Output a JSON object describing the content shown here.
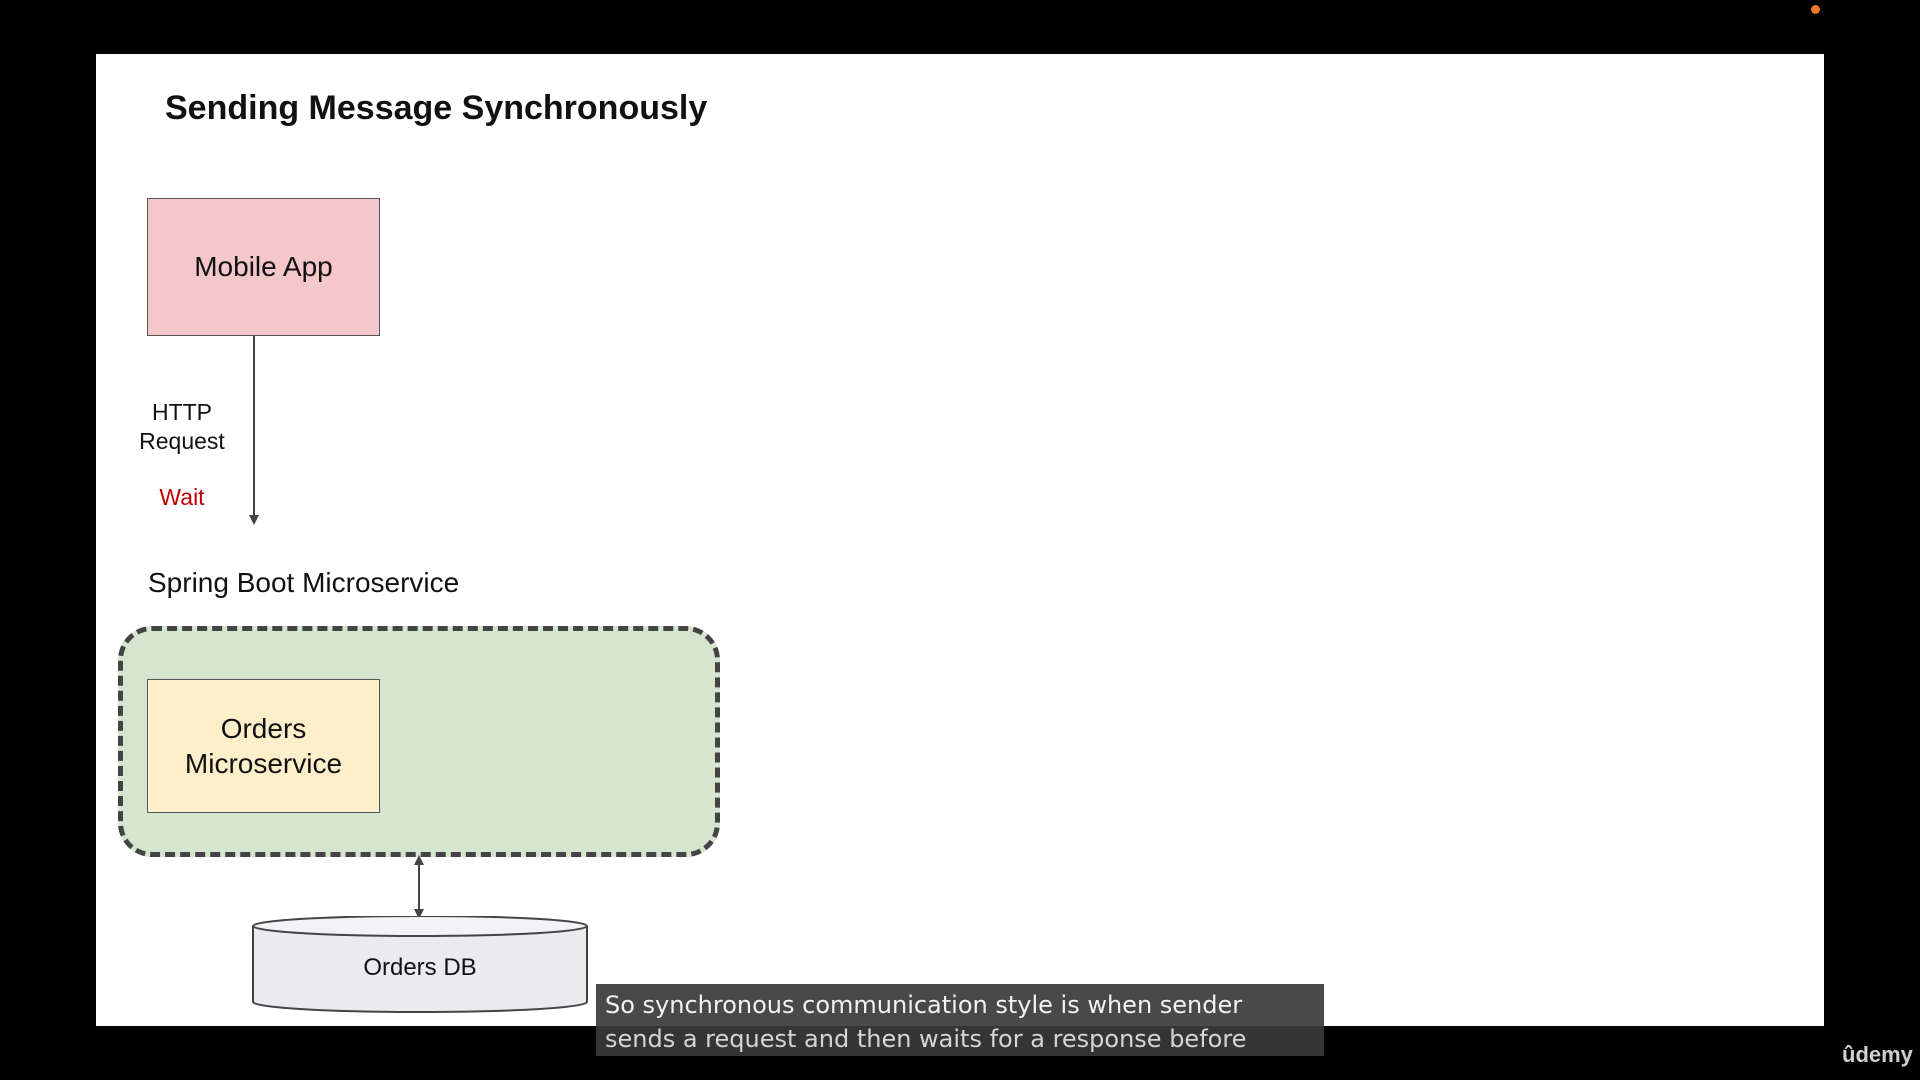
{
  "slide": {
    "title": "Sending Message Synchronously",
    "mobile_app_label": "Mobile App",
    "http_request_line1": "HTTP",
    "http_request_line2": "Request",
    "wait_label": "Wait",
    "spring_boot_label": "Spring Boot Microservice",
    "orders_ms_line1": "Orders",
    "orders_ms_line2": "Microservice",
    "orders_db_label": "Orders DB"
  },
  "caption": {
    "line1": "So synchronous communication style is when sender",
    "line2": "sends a request and then waits for a response before"
  },
  "branding": {
    "logo_text": "ûdemy"
  },
  "colors": {
    "mobile_app_fill": "#f4c7cb",
    "container_fill": "#d6e5cf",
    "orders_ms_fill": "#fdefc9",
    "wait_text": "#c00000",
    "db_fill": "#ebeaef",
    "progress_dot": "#e8792b"
  }
}
